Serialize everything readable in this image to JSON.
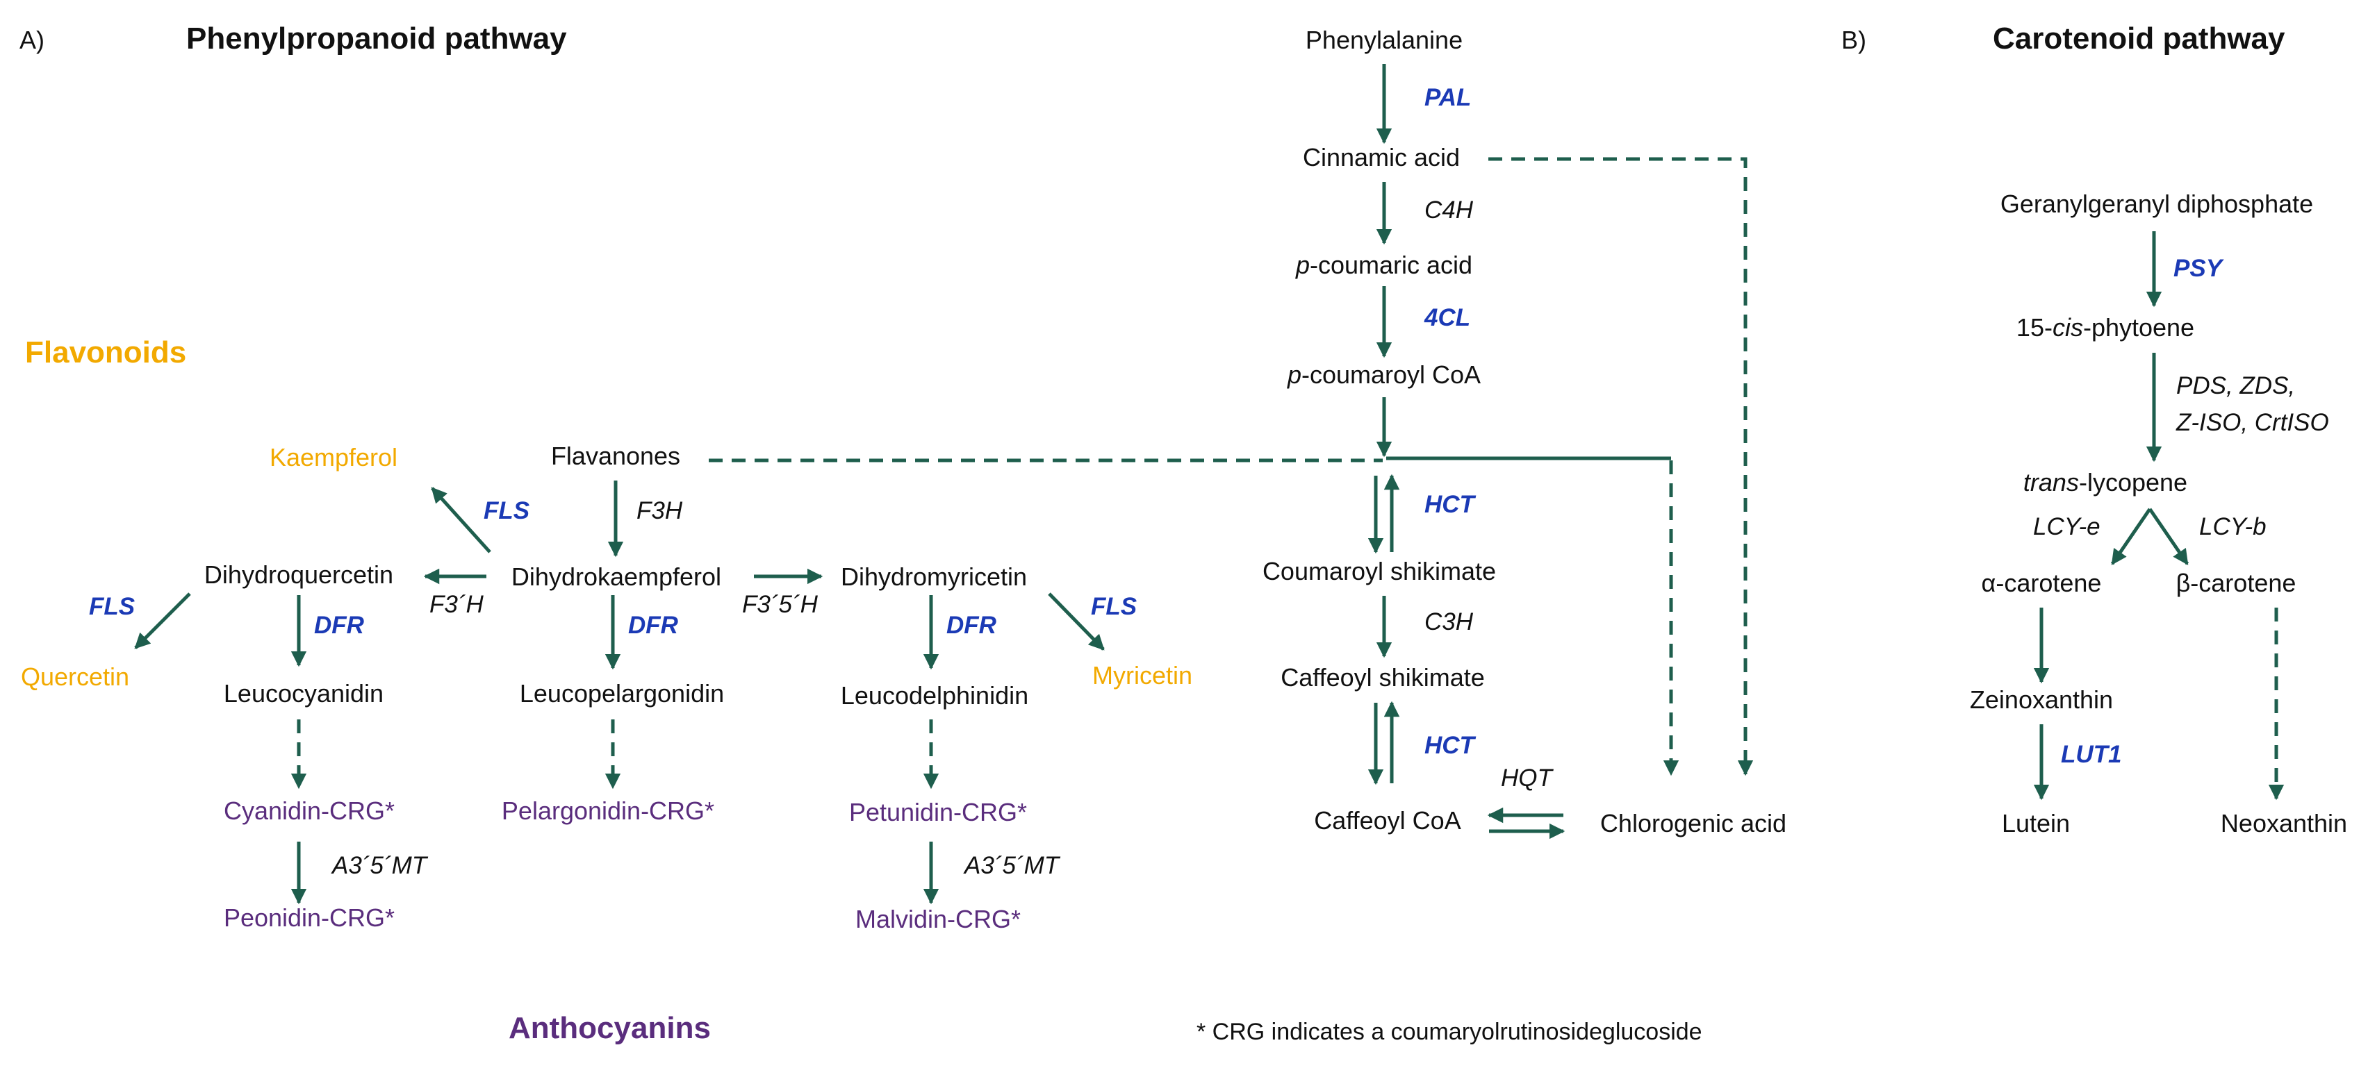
{
  "panels": {
    "a_label": "A)",
    "a_title": "Phenylpropanoid pathway",
    "b_label": "B)",
    "b_title": "Carotenoid pathway"
  },
  "sections": {
    "flavonoids": "Flavonoids",
    "anthocyanins": "Anthocyanins"
  },
  "footnote": "* CRG indicates a coumaryolrutinosideglucoside",
  "compounds": {
    "phenylalanine": "Phenylalanine",
    "cinnamic_acid": "Cinnamic acid",
    "p_coumaric_prefix": "p",
    "p_coumaric_rest": "-coumaric acid",
    "p_coumaroyl_prefix": "p",
    "p_coumaroyl_rest": "-coumaroyl CoA",
    "flavanones": "Flavanones",
    "kaempferol": "Kaempferol",
    "dihydroquercetin": "Dihydroquercetin",
    "dihydrokaempferol": "Dihydrokaempferol",
    "dihydromyricetin": "Dihydromyricetin",
    "quercetin": "Quercetin",
    "myricetin": "Myricetin",
    "leucocyanidin": "Leucocyanidin",
    "leucopelargonidin": "Leucopelargonidin",
    "leucodelphinidin": "Leucodelphinidin",
    "cyanidin_crg": "Cyanidin-CRG*",
    "pelargonidin_crg": "Pelargonidin-CRG*",
    "petunidin_crg": "Petunidin-CRG*",
    "peonidin_crg": "Peonidin-CRG*",
    "malvidin_crg": "Malvidin-CRG*",
    "coumaroyl_shikimate": "Coumaroyl shikimate",
    "caffeoyl_shikimate": "Caffeoyl shikimate",
    "caffeoyl_coa": "Caffeoyl CoA",
    "chlorogenic_acid": "Chlorogenic acid",
    "ggpp": "Geranylgeranyl diphosphate",
    "phytoene_pre": "15-",
    "phytoene_it": "cis",
    "phytoene_post": "-phytoene",
    "lycopene_it": "trans",
    "lycopene_post": "-lycopene",
    "alpha_carotene": "α-carotene",
    "beta_carotene": "β-carotene",
    "zeinoxanthin": "Zeinoxanthin",
    "lutein": "Lutein",
    "neoxanthin": "Neoxanthin"
  },
  "enzymes": {
    "pal": "PAL",
    "c4h": "C4H",
    "fourcl": "4CL",
    "f3h": "F3H",
    "fls_kaempferol": "FLS",
    "fls_quercetin": "FLS",
    "fls_myricetin": "FLS",
    "f3prime_h": "F3´H",
    "f35prime_h": "F3´5´H",
    "dfr_1": "DFR",
    "dfr_2": "DFR",
    "dfr_3": "DFR",
    "a35mt_1": "A3´5´MT",
    "a35mt_2": "A3´5´MT",
    "hct_1": "HCT",
    "hct_2": "HCT",
    "c3h": "C3H",
    "hqt": "HQT",
    "psy": "PSY",
    "pds_line1": "PDS, ZDS,",
    "pds_line2": "Z-ISO, CrtISO",
    "lcy_e": "LCY-e",
    "lcy_b": "LCY-b",
    "lut1": "LUT1"
  },
  "colors": {
    "arrow": "#1e5e4d",
    "key_enzyme": "#1b3ab5",
    "flavonol": "#f2a900",
    "anthocyanin": "#5a2d7d",
    "text": "#111111"
  }
}
